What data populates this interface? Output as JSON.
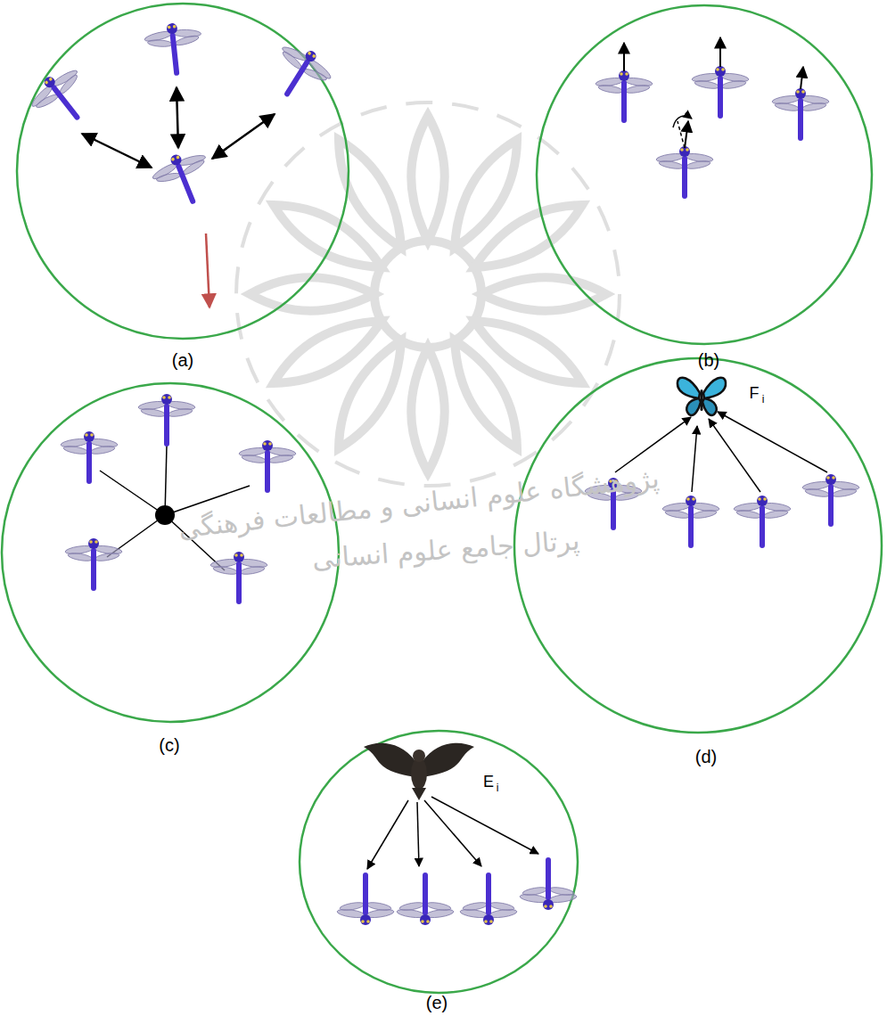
{
  "diagram": {
    "labels": [
      "(a)",
      "(b)",
      "پژوهشگاه علوم انسانی و مطالعات فرهنگی",
      "پرتال جامع علوم انسانی",
      "(c)",
      "F",
      "i",
      "(d)",
      "E",
      "i",
      "(e)"
    ]
  }
}
